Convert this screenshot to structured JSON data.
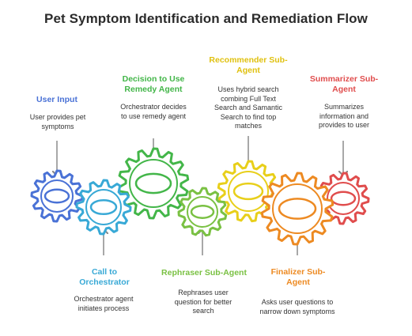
{
  "title": "Pet Symptom Identification and Remediation Flow",
  "colors": {
    "blue": "#4a72d6",
    "sky": "#38a9d6",
    "green": "#43b649",
    "lime": "#7ac143",
    "yellow": "#e8cf1a",
    "orange": "#ed8a22",
    "red": "#e04d4d",
    "arrow": "#8a8a8a"
  },
  "steps": {
    "user_input": {
      "label": "User Input",
      "desc": "User provides pet symptoms"
    },
    "call_orchestrator": {
      "label": "Call to Orchestrator",
      "desc": "Orchestrator agent initiates process"
    },
    "decision": {
      "label": "Decision to Use Remedy Agent",
      "desc": "Orchestrator decides to use remedy agent"
    },
    "rephraser": {
      "label": "Rephraser Sub-Agent",
      "desc": "Rephrases user question for better search"
    },
    "recommender": {
      "label": "Recommender Sub-Agent",
      "desc": "Uses hybrid search combing Full Text Search and Samantic Search to find top matches"
    },
    "finalizer": {
      "label": "Finalizer Sub-Agent",
      "desc": "Asks user questions to narrow down symptoms"
    },
    "summarizer": {
      "label": "Summarizer Sub-Agent",
      "desc": "Summarizes information and provides to user"
    }
  }
}
